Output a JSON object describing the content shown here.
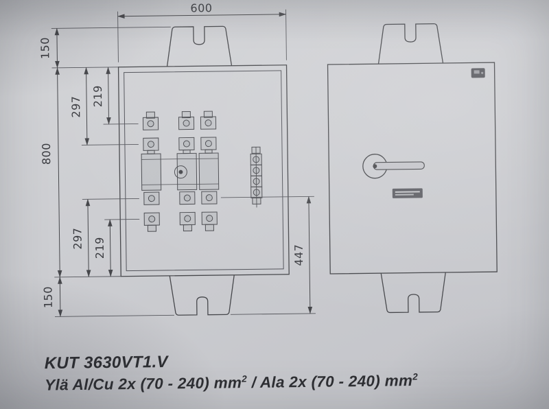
{
  "drawing": {
    "dimensions": {
      "top_width": "600",
      "flange_height_top": "150",
      "upper_offset_outer": "297",
      "upper_offset_inner": "219",
      "body_height": "800",
      "lower_offset_outer": "297",
      "lower_offset_inner": "219",
      "flange_height_bottom": "150",
      "bottom_section": "447"
    },
    "caption": {
      "model": "KUT 3630VT1.V",
      "spec_part1": "Ylä Al/Cu 2x (70 - 240) mm",
      "spec_sup1": "2",
      "spec_part2": " / Ala 2x (70 - 240) mm",
      "spec_sup2": "2"
    }
  }
}
